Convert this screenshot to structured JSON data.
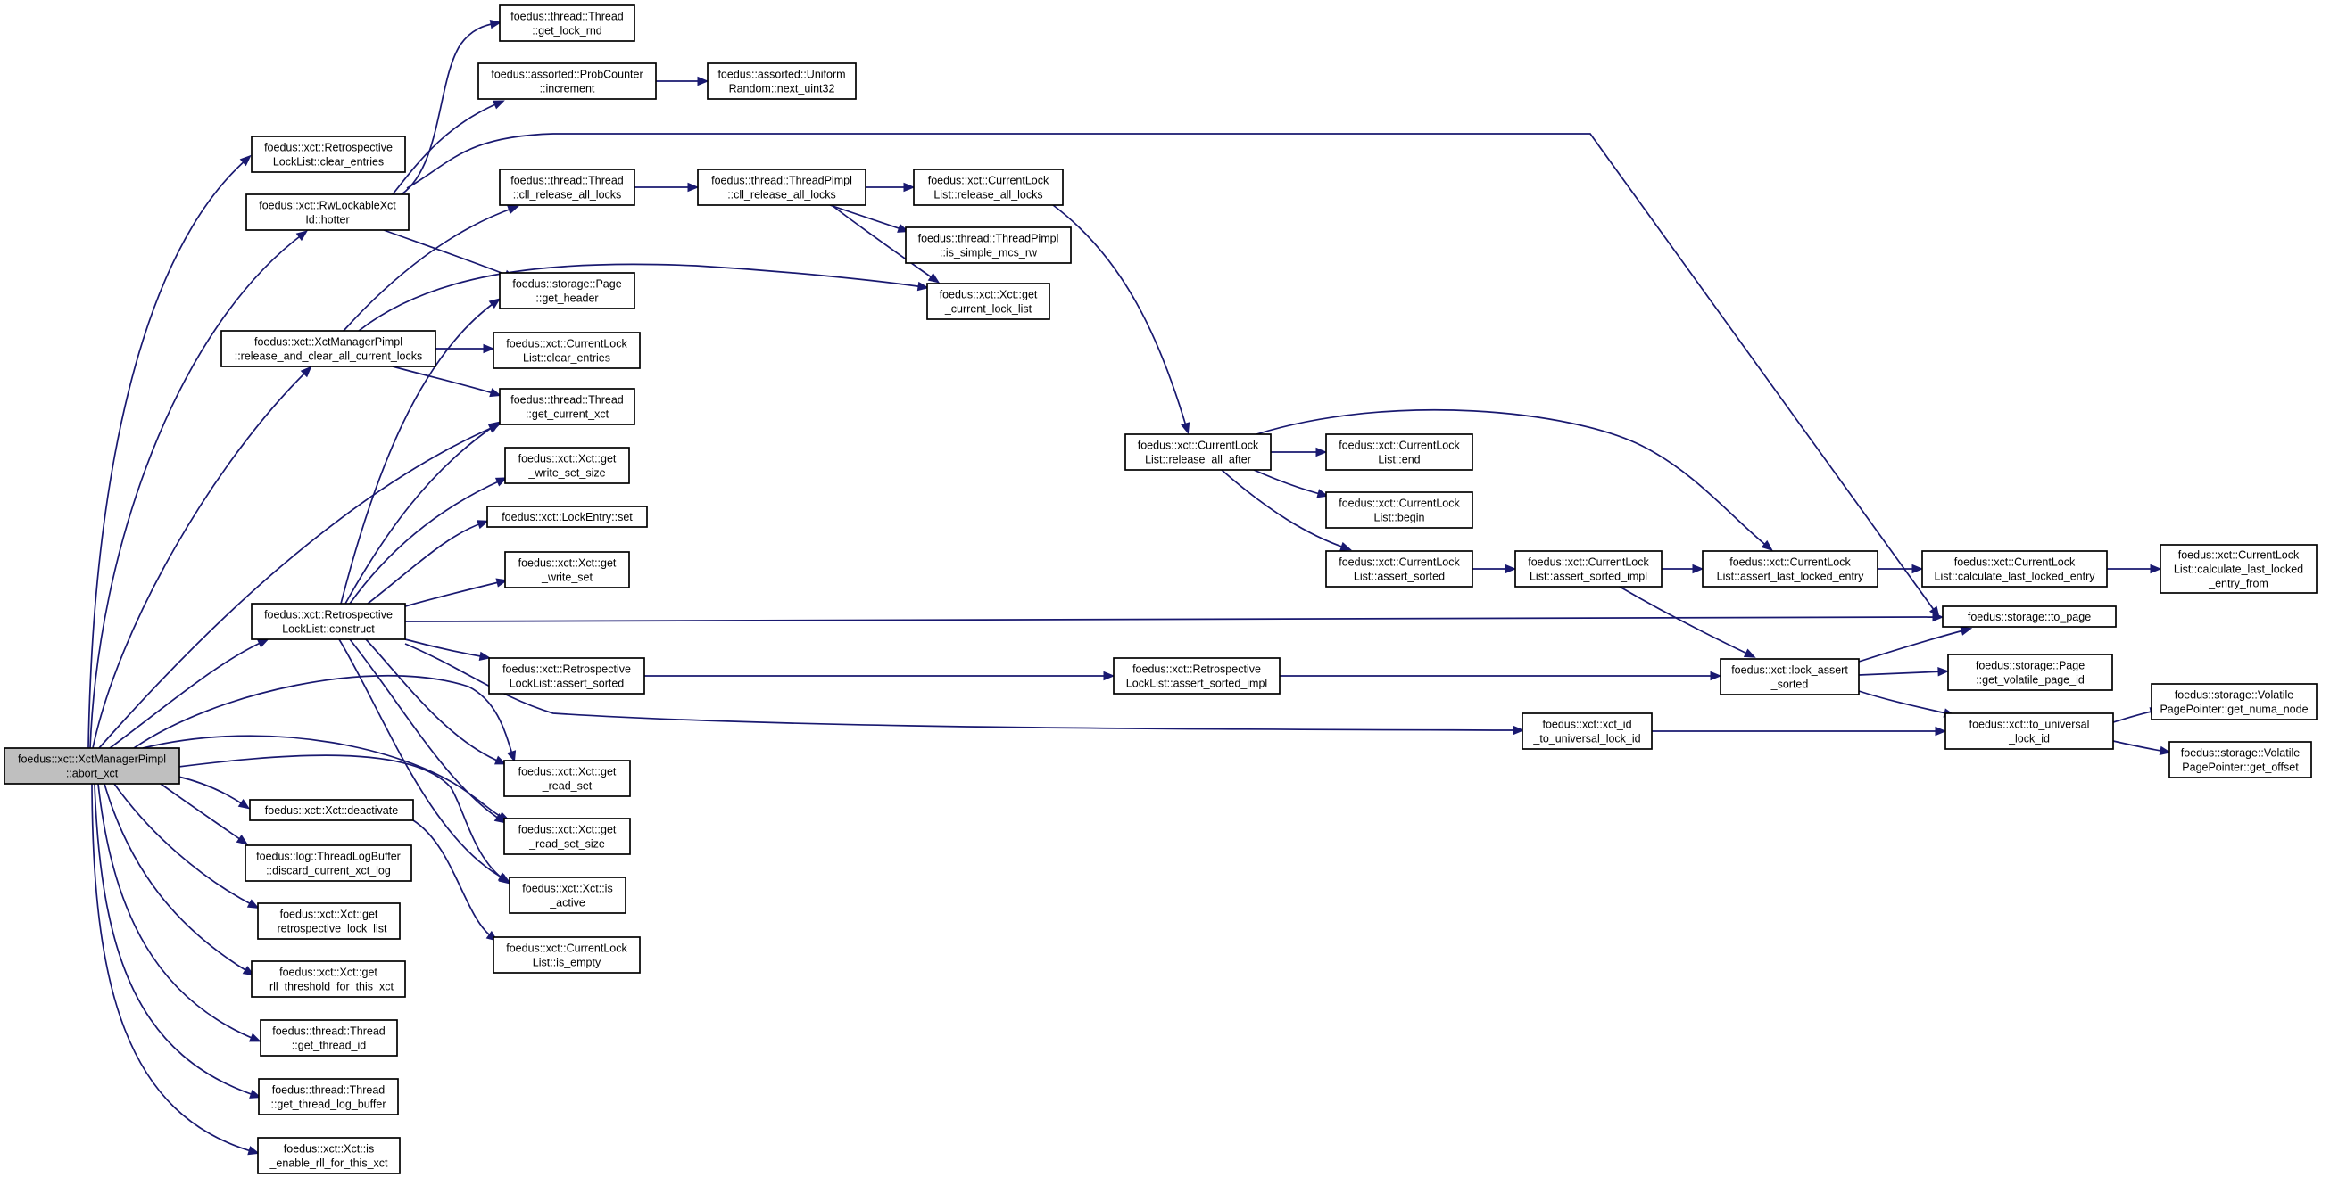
{
  "graph": {
    "nodes": [
      {
        "id": "n0",
        "label": [
          "foedus::xct::XctManagerPimpl",
          "::abort_xct"
        ],
        "root": true
      },
      {
        "id": "n1",
        "label": [
          "foedus::xct::Retrospective",
          "LockList::clear_entries"
        ]
      },
      {
        "id": "n2",
        "label": [
          "foedus::xct::RwLockableXct",
          "Id::hotter"
        ]
      },
      {
        "id": "n3",
        "label": [
          "foedus::xct::XctManagerPimpl",
          "::release_and_clear_all_current_locks"
        ]
      },
      {
        "id": "n4",
        "label": [
          "foedus::thread::Thread",
          "::get_current_xct"
        ]
      },
      {
        "id": "n5",
        "label": [
          "foedus::xct::Retrospective",
          "LockList::construct"
        ]
      },
      {
        "id": "n6",
        "label": [
          "foedus::xct::Xct::deactivate"
        ]
      },
      {
        "id": "n7",
        "label": [
          "foedus::log::ThreadLogBuffer",
          "::discard_current_xct_log"
        ]
      },
      {
        "id": "n8",
        "label": [
          "foedus::xct::Xct::get",
          "_retrospective_lock_list"
        ]
      },
      {
        "id": "n9",
        "label": [
          "foedus::xct::Xct::get",
          "_rll_threshold_for_this_xct"
        ]
      },
      {
        "id": "n10",
        "label": [
          "foedus::thread::Thread",
          "::get_thread_id"
        ]
      },
      {
        "id": "n11",
        "label": [
          "foedus::thread::Thread",
          "::get_thread_log_buffer"
        ]
      },
      {
        "id": "n12",
        "label": [
          "foedus::xct::Xct::is",
          "_enable_rll_for_this_xct"
        ]
      },
      {
        "id": "n13",
        "label": [
          "foedus::xct::Xct::get",
          "_read_set"
        ]
      },
      {
        "id": "n14",
        "label": [
          "foedus::xct::Xct::get",
          "_read_set_size"
        ]
      },
      {
        "id": "n15",
        "label": [
          "foedus::xct::Xct::is",
          "_active"
        ]
      },
      {
        "id": "n16",
        "label": [
          "foedus::thread::Thread",
          "::get_lock_rnd"
        ]
      },
      {
        "id": "n17",
        "label": [
          "foedus::assorted::ProbCounter",
          "::increment"
        ]
      },
      {
        "id": "n18",
        "label": [
          "foedus::storage::to_page"
        ]
      },
      {
        "id": "n19",
        "label": [
          "foedus::assorted::Uniform",
          "Random::next_uint32"
        ]
      },
      {
        "id": "n20",
        "label": [
          "foedus::thread::Thread",
          "::cll_release_all_locks"
        ]
      },
      {
        "id": "n21",
        "label": [
          "foedus::xct::Xct::get",
          "_current_lock_list"
        ]
      },
      {
        "id": "n22",
        "label": [
          "foedus::xct::CurrentLock",
          "List::clear_entries"
        ]
      },
      {
        "id": "n23",
        "label": [
          "foedus::thread::ThreadPimpl",
          "::cll_release_all_locks"
        ]
      },
      {
        "id": "n24",
        "label": [
          "foedus::xct::CurrentLock",
          "List::release_all_locks"
        ]
      },
      {
        "id": "n25",
        "label": [
          "foedus::thread::ThreadPimpl",
          "::is_simple_mcs_rw"
        ]
      },
      {
        "id": "n26",
        "label": [
          "foedus::xct::CurrentLock",
          "List::release_all_after"
        ]
      },
      {
        "id": "n27",
        "label": [
          "foedus::xct::CurrentLock",
          "List::assert_last_locked_entry"
        ]
      },
      {
        "id": "n28",
        "label": [
          "foedus::xct::CurrentLock",
          "List::assert_sorted"
        ]
      },
      {
        "id": "n29",
        "label": [
          "foedus::xct::CurrentLock",
          "List::begin"
        ]
      },
      {
        "id": "n30",
        "label": [
          "foedus::xct::CurrentLock",
          "List::end"
        ]
      },
      {
        "id": "n31",
        "label": [
          "foedus::xct::CurrentLock",
          "List::calculate_last_locked_entry"
        ]
      },
      {
        "id": "n32",
        "label": [
          "foedus::xct::CurrentLock",
          "List::calculate_last_locked",
          "_entry_from"
        ]
      },
      {
        "id": "n33",
        "label": [
          "foedus::xct::CurrentLock",
          "List::assert_sorted_impl"
        ]
      },
      {
        "id": "n34",
        "label": [
          "foedus::xct::lock_assert",
          "_sorted"
        ]
      },
      {
        "id": "n35",
        "label": [
          "foedus::storage::Page",
          "::get_volatile_page_id"
        ]
      },
      {
        "id": "n36",
        "label": [
          "foedus::xct::to_universal",
          "_lock_id"
        ]
      },
      {
        "id": "n37",
        "label": [
          "foedus::storage::Volatile",
          "PagePointer::get_numa_node"
        ]
      },
      {
        "id": "n38",
        "label": [
          "foedus::storage::Volatile",
          "PagePointer::get_offset"
        ]
      },
      {
        "id": "n39",
        "label": [
          "foedus::storage::Page",
          "::get_header"
        ]
      },
      {
        "id": "n40",
        "label": [
          "foedus::xct::Xct::get",
          "_write_set_size"
        ]
      },
      {
        "id": "n41",
        "label": [
          "foedus::xct::LockEntry::set"
        ]
      },
      {
        "id": "n42",
        "label": [
          "foedus::xct::Xct::get",
          "_write_set"
        ]
      },
      {
        "id": "n43",
        "label": [
          "foedus::xct::Retrospective",
          "LockList::assert_sorted"
        ]
      },
      {
        "id": "n44",
        "label": [
          "foedus::xct::xct_id",
          "_to_universal_lock_id"
        ]
      },
      {
        "id": "n45",
        "label": [
          "foedus::xct::Retrospective",
          "LockList::assert_sorted_impl"
        ]
      },
      {
        "id": "n46",
        "label": [
          "foedus::xct::CurrentLock",
          "List::is_empty"
        ]
      }
    ],
    "edges": [
      [
        "n0",
        "n1"
      ],
      [
        "n0",
        "n2"
      ],
      [
        "n0",
        "n3"
      ],
      [
        "n0",
        "n4"
      ],
      [
        "n0",
        "n5"
      ],
      [
        "n0",
        "n6"
      ],
      [
        "n0",
        "n7"
      ],
      [
        "n0",
        "n8"
      ],
      [
        "n0",
        "n9"
      ],
      [
        "n0",
        "n10"
      ],
      [
        "n0",
        "n11"
      ],
      [
        "n0",
        "n12"
      ],
      [
        "n0",
        "n13"
      ],
      [
        "n0",
        "n14"
      ],
      [
        "n0",
        "n15"
      ],
      [
        "n2",
        "n16"
      ],
      [
        "n2",
        "n17"
      ],
      [
        "n2",
        "n18"
      ],
      [
        "n2",
        "n39"
      ],
      [
        "n17",
        "n19"
      ],
      [
        "n3",
        "n20"
      ],
      [
        "n3",
        "n21"
      ],
      [
        "n3",
        "n22"
      ],
      [
        "n3",
        "n4"
      ],
      [
        "n20",
        "n23"
      ],
      [
        "n23",
        "n24"
      ],
      [
        "n23",
        "n25"
      ],
      [
        "n23",
        "n21"
      ],
      [
        "n24",
        "n26"
      ],
      [
        "n26",
        "n30"
      ],
      [
        "n26",
        "n29"
      ],
      [
        "n26",
        "n28"
      ],
      [
        "n26",
        "n27"
      ],
      [
        "n28",
        "n33"
      ],
      [
        "n33",
        "n27"
      ],
      [
        "n33",
        "n34"
      ],
      [
        "n27",
        "n31"
      ],
      [
        "n31",
        "n32"
      ],
      [
        "n34",
        "n18"
      ],
      [
        "n34",
        "n35"
      ],
      [
        "n34",
        "n36"
      ],
      [
        "n36",
        "n37"
      ],
      [
        "n36",
        "n38"
      ],
      [
        "n5",
        "n39"
      ],
      [
        "n5",
        "n4"
      ],
      [
        "n5",
        "n40"
      ],
      [
        "n5",
        "n41"
      ],
      [
        "n5",
        "n42"
      ],
      [
        "n5",
        "n18"
      ],
      [
        "n5",
        "n43"
      ],
      [
        "n5",
        "n44"
      ],
      [
        "n5",
        "n13"
      ],
      [
        "n5",
        "n14"
      ],
      [
        "n5",
        "n15"
      ],
      [
        "n43",
        "n45"
      ],
      [
        "n45",
        "n34"
      ],
      [
        "n44",
        "n36"
      ],
      [
        "n6",
        "n46"
      ]
    ]
  }
}
